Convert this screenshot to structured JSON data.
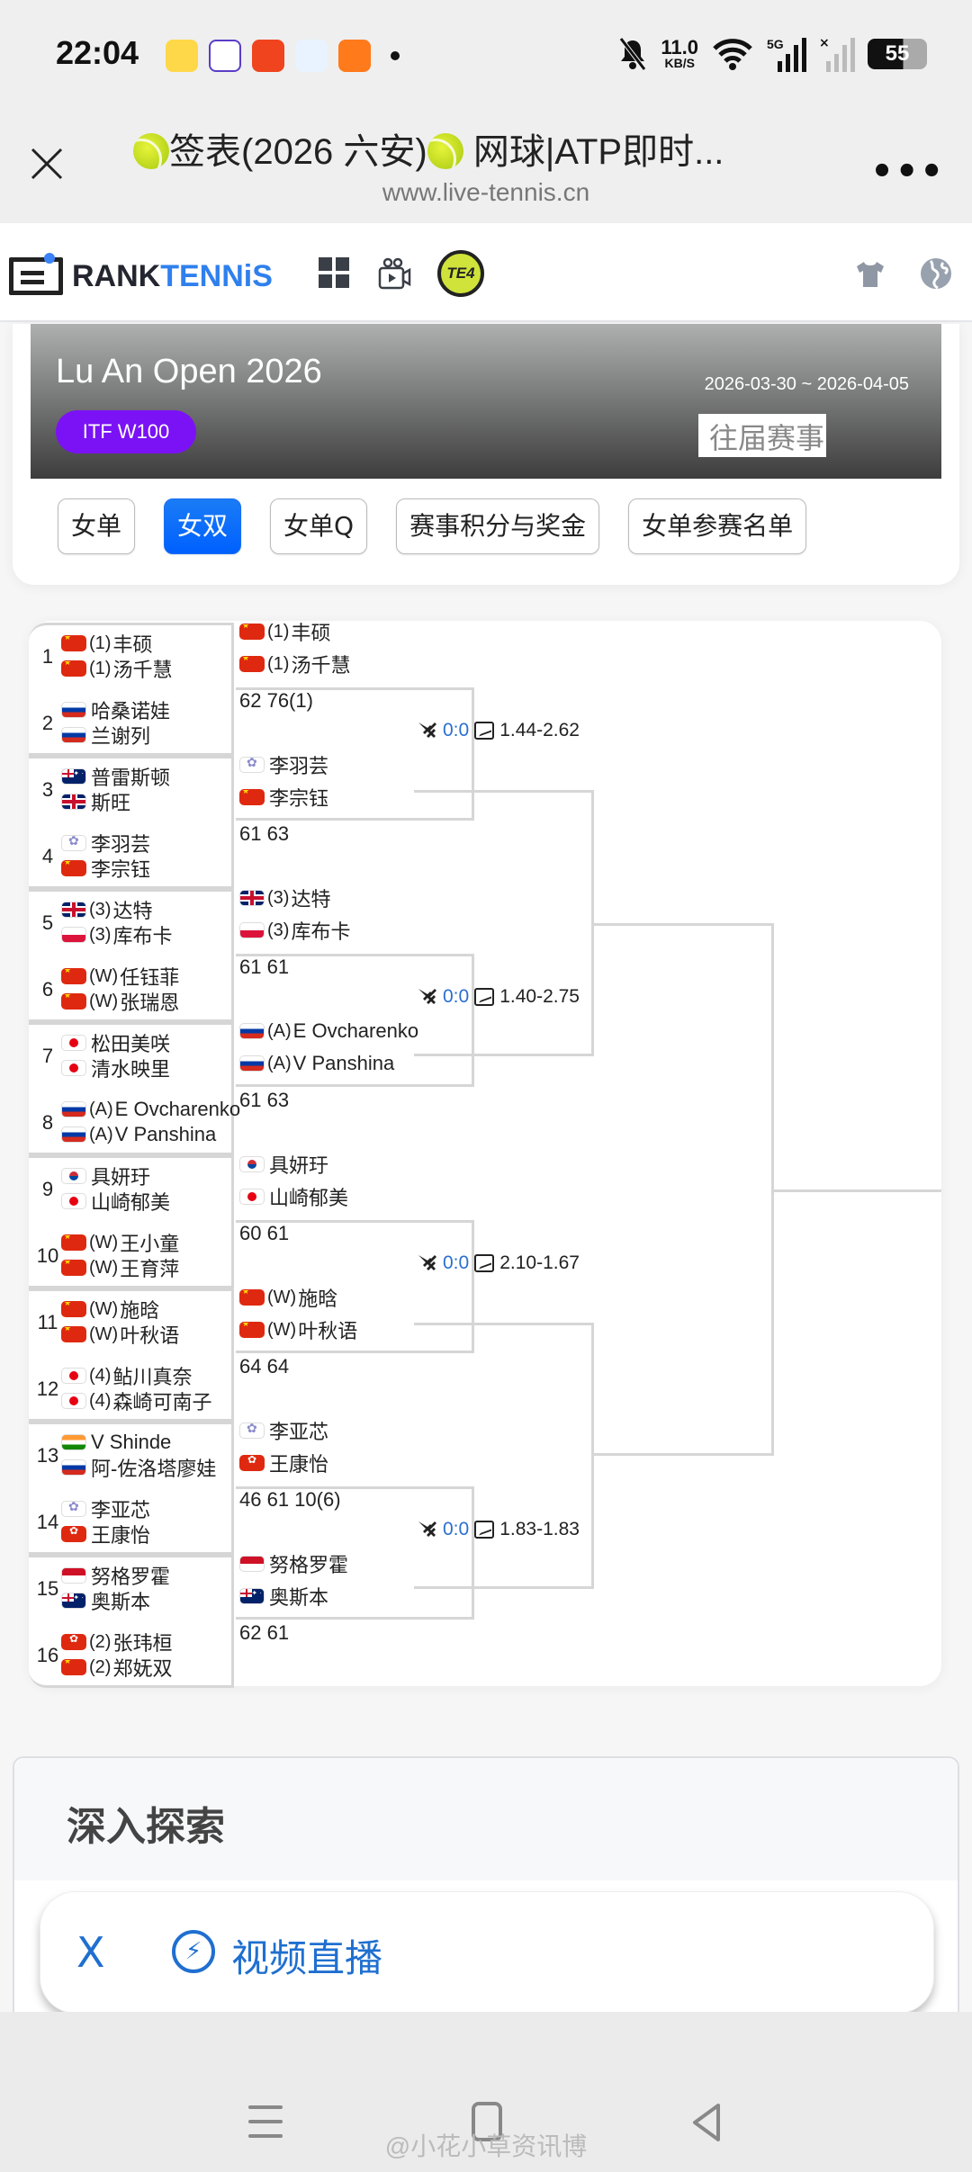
{
  "status_bar": {
    "time": "22:04",
    "net_speed": "11.0",
    "net_unit": "KB/S",
    "network": "5G",
    "battery": "55",
    "notification_apps": [
      "weibo-icon",
      "tieba-icon",
      "video-app-icon",
      "browser-app-icon",
      "uc-browser-icon"
    ]
  },
  "browser": {
    "title": "签表(2026 六安)  网球|ATP即时...",
    "title_main": "签表(2026 六安)",
    "title_rest": " 网球|ATP即时...",
    "url": "www.live-tennis.cn",
    "more": "•••"
  },
  "site_nav": {
    "logo_a": "RANK",
    "logo_b": "TENNiS",
    "te4_label": "TE4"
  },
  "tournament": {
    "name": "Lu An Open 2026",
    "category": "ITF W100",
    "dates": "2026-03-30 ~ 2026-04-05",
    "past_events": "往届赛事"
  },
  "tabs": [
    {
      "label": "女单",
      "active": false
    },
    {
      "label": "女双",
      "active": true
    },
    {
      "label": "女单Q",
      "active": false
    },
    {
      "label": "赛事积分与奖金",
      "active": false
    },
    {
      "label": "女单参赛名单",
      "active": false
    }
  ],
  "draw": {
    "round1": [
      {
        "num": "1",
        "players": [
          {
            "flag": "cn",
            "seed": "(1)",
            "name": "丰硕"
          },
          {
            "flag": "cn",
            "seed": "(1)",
            "name": "汤千慧"
          }
        ]
      },
      {
        "num": "2",
        "players": [
          {
            "flag": "ru",
            "seed": "",
            "name": "哈桑诺娃"
          },
          {
            "flag": "ru",
            "seed": "",
            "name": "兰谢列"
          }
        ]
      },
      {
        "num": "3",
        "players": [
          {
            "flag": "au",
            "seed": "",
            "name": "普雷斯顿"
          },
          {
            "flag": "gb",
            "seed": "",
            "name": "斯旺"
          }
        ]
      },
      {
        "num": "4",
        "players": [
          {
            "flag": "tpe",
            "seed": "",
            "name": "李羽芸"
          },
          {
            "flag": "cn",
            "seed": "",
            "name": "李宗钰"
          }
        ]
      },
      {
        "num": "5",
        "players": [
          {
            "flag": "gb",
            "seed": "(3)",
            "name": "达特"
          },
          {
            "flag": "pl",
            "seed": "(3)",
            "name": "库布卡"
          }
        ]
      },
      {
        "num": "6",
        "players": [
          {
            "flag": "cn",
            "seed": "(W)",
            "name": "任钰菲"
          },
          {
            "flag": "cn",
            "seed": "(W)",
            "name": "张瑞恩"
          }
        ]
      },
      {
        "num": "7",
        "players": [
          {
            "flag": "jp",
            "seed": "",
            "name": "松田美咲"
          },
          {
            "flag": "jp",
            "seed": "",
            "name": "清水映里"
          }
        ]
      },
      {
        "num": "8",
        "players": [
          {
            "flag": "ru",
            "seed": "(A)",
            "name": "E Ovcharenko"
          },
          {
            "flag": "ru",
            "seed": "(A)",
            "name": "V Panshina"
          }
        ]
      },
      {
        "num": "9",
        "players": [
          {
            "flag": "kr",
            "seed": "",
            "name": "具妍玗"
          },
          {
            "flag": "jp",
            "seed": "",
            "name": "山崎郁美"
          }
        ]
      },
      {
        "num": "10",
        "players": [
          {
            "flag": "cn",
            "seed": "(W)",
            "name": "王小童"
          },
          {
            "flag": "cn",
            "seed": "(W)",
            "name": "王育萍"
          }
        ]
      },
      {
        "num": "11",
        "players": [
          {
            "flag": "cn",
            "seed": "(W)",
            "name": "施晗"
          },
          {
            "flag": "cn",
            "seed": "(W)",
            "name": "叶秋语"
          }
        ]
      },
      {
        "num": "12",
        "players": [
          {
            "flag": "jp",
            "seed": "(4)",
            "name": "鲇川真奈"
          },
          {
            "flag": "jp",
            "seed": "(4)",
            "name": "森崎可南子"
          }
        ]
      },
      {
        "num": "13",
        "players": [
          {
            "flag": "in",
            "seed": "",
            "name": "V Shinde"
          },
          {
            "flag": "ru",
            "seed": "",
            "name": "阿-佐洛塔廖娃"
          }
        ]
      },
      {
        "num": "14",
        "players": [
          {
            "flag": "tpe",
            "seed": "",
            "name": "李亚芯"
          },
          {
            "flag": "hk",
            "seed": "",
            "name": "王康怡"
          }
        ]
      },
      {
        "num": "15",
        "players": [
          {
            "flag": "id",
            "seed": "",
            "name": "努格罗霍"
          },
          {
            "flag": "au",
            "seed": "",
            "name": "奥斯本"
          }
        ]
      },
      {
        "num": "16",
        "players": [
          {
            "flag": "hk",
            "seed": "(2)",
            "name": "张玮桓"
          },
          {
            "flag": "cn",
            "seed": "(2)",
            "name": "郑妩双"
          }
        ]
      }
    ],
    "round2": [
      {
        "players": [
          {
            "flag": "cn",
            "seed": "(1)",
            "name": "丰硕"
          },
          {
            "flag": "cn",
            "seed": "(1)",
            "name": "汤千慧"
          }
        ],
        "score": "62 76(1)"
      },
      {
        "players": [
          {
            "flag": "tpe",
            "seed": "",
            "name": "李羽芸"
          },
          {
            "flag": "cn",
            "seed": "",
            "name": "李宗钰"
          }
        ],
        "score": "61 63"
      },
      {
        "players": [
          {
            "flag": "gb",
            "seed": "(3)",
            "name": "达特"
          },
          {
            "flag": "pl",
            "seed": "(3)",
            "name": "库布卡"
          }
        ],
        "score": "61 61"
      },
      {
        "players": [
          {
            "flag": "ru",
            "seed": "(A)",
            "name": "E Ovcharenko"
          },
          {
            "flag": "ru",
            "seed": "(A)",
            "name": "V Panshina"
          }
        ],
        "score": "61 63"
      },
      {
        "players": [
          {
            "flag": "kr",
            "seed": "",
            "name": "具妍玗"
          },
          {
            "flag": "jp",
            "seed": "",
            "name": "山崎郁美"
          }
        ],
        "score": "60 61"
      },
      {
        "players": [
          {
            "flag": "cn",
            "seed": "(W)",
            "name": "施晗"
          },
          {
            "flag": "cn",
            "seed": "(W)",
            "name": "叶秋语"
          }
        ],
        "score": "64 64"
      },
      {
        "players": [
          {
            "flag": "tpe",
            "seed": "",
            "name": "李亚芯"
          },
          {
            "flag": "hk",
            "seed": "",
            "name": "王康怡"
          }
        ],
        "score": "46 61 10(6)"
      },
      {
        "players": [
          {
            "flag": "id",
            "seed": "",
            "name": "努格罗霍"
          },
          {
            "flag": "au",
            "seed": "",
            "name": "奥斯本"
          }
        ],
        "score": "62 61"
      }
    ],
    "quarter_odds": [
      {
        "h2h": "0:0",
        "odds": "1.44-2.62"
      },
      {
        "h2h": "0:0",
        "odds": "1.40-2.75"
      },
      {
        "h2h": "0:0",
        "odds": "2.10-1.67"
      },
      {
        "h2h": "0:0",
        "odds": "1.83-1.83"
      }
    ]
  },
  "explore": {
    "title": "深入探索"
  },
  "floating_pill": {
    "close": "X",
    "label": "视频直播"
  },
  "watermark": "@小花小草资讯博"
}
